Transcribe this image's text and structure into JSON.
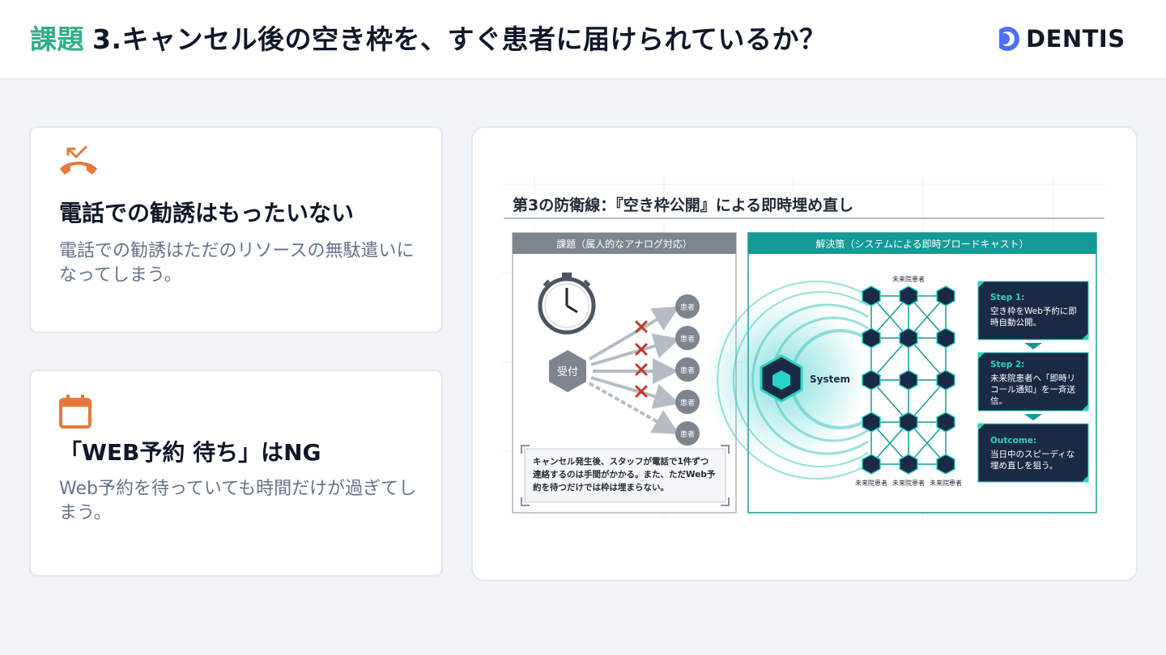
{
  "header": {
    "title_accent": "課題",
    "title_main": "3.キャンセル後の空き枠を、すぐ患者に届けられているか？",
    "logo_text": "DENTIS"
  },
  "cards": [
    {
      "icon": "missed-call-icon",
      "heading": "電話での勧誘はもったいない",
      "body": "電話での勧誘はただのリソースの無駄遣いになってしまう。"
    },
    {
      "icon": "calendar-icon",
      "heading": "「WEB予約 待ち」はNG",
      "body": "Web予約を待っていても時間だけが過ぎてしまう。"
    }
  ],
  "infographic": {
    "title": "第3の防衛線：『空き枠公開』による即時埋め直し",
    "left_panel": {
      "header": "課題（属人的なアナログ対応）",
      "hub_label": "受付",
      "patient_label": "患者",
      "caption": "キャンセル発生後、スタッフが電話で1件ずつ連絡するのは手間がかかる。また、ただWeb予約を待つだけでは枠は埋まらない。",
      "caption_lines": [
        "キャンセル発生後、スタッフが電話で1件ずつ",
        "連絡するのは手間がかかる。また、ただWeb予",
        "約を待つだけでは枠は埋まらない。"
      ]
    },
    "right_panel": {
      "header": "解決策（システムによる即時ブロードキャスト）",
      "system_label": "System",
      "top_label": "未来院患者",
      "bottom_labels": [
        "未来院患者",
        "未来院患者",
        "未来院患者"
      ],
      "steps": [
        {
          "title": "Step 1:",
          "text": "空き枠をWeb予約に即時自動公開。",
          "lines": [
            "空き枠をWeb予約に即",
            "時自動公開。"
          ]
        },
        {
          "title": "Step 2:",
          "text": "未来院患者へ「即時リコール通知」を一斉送信。",
          "lines": [
            "未来院患者へ「即時リ",
            "コール通知」を一斉送",
            "信。"
          ]
        },
        {
          "title": "Outcome:",
          "text": "当日中のスピーディな埋め直しを狙う。",
          "lines": [
            "当日中のスピーディな",
            "埋め直しを狙う。"
          ]
        }
      ]
    }
  },
  "colors": {
    "accent_green": "#2fae87",
    "icon_orange": "#e8793a",
    "logo_blue": "#4f6ef7",
    "teal": "#159a96",
    "navy": "#1b2a44",
    "cross_red": "#c0392b"
  }
}
